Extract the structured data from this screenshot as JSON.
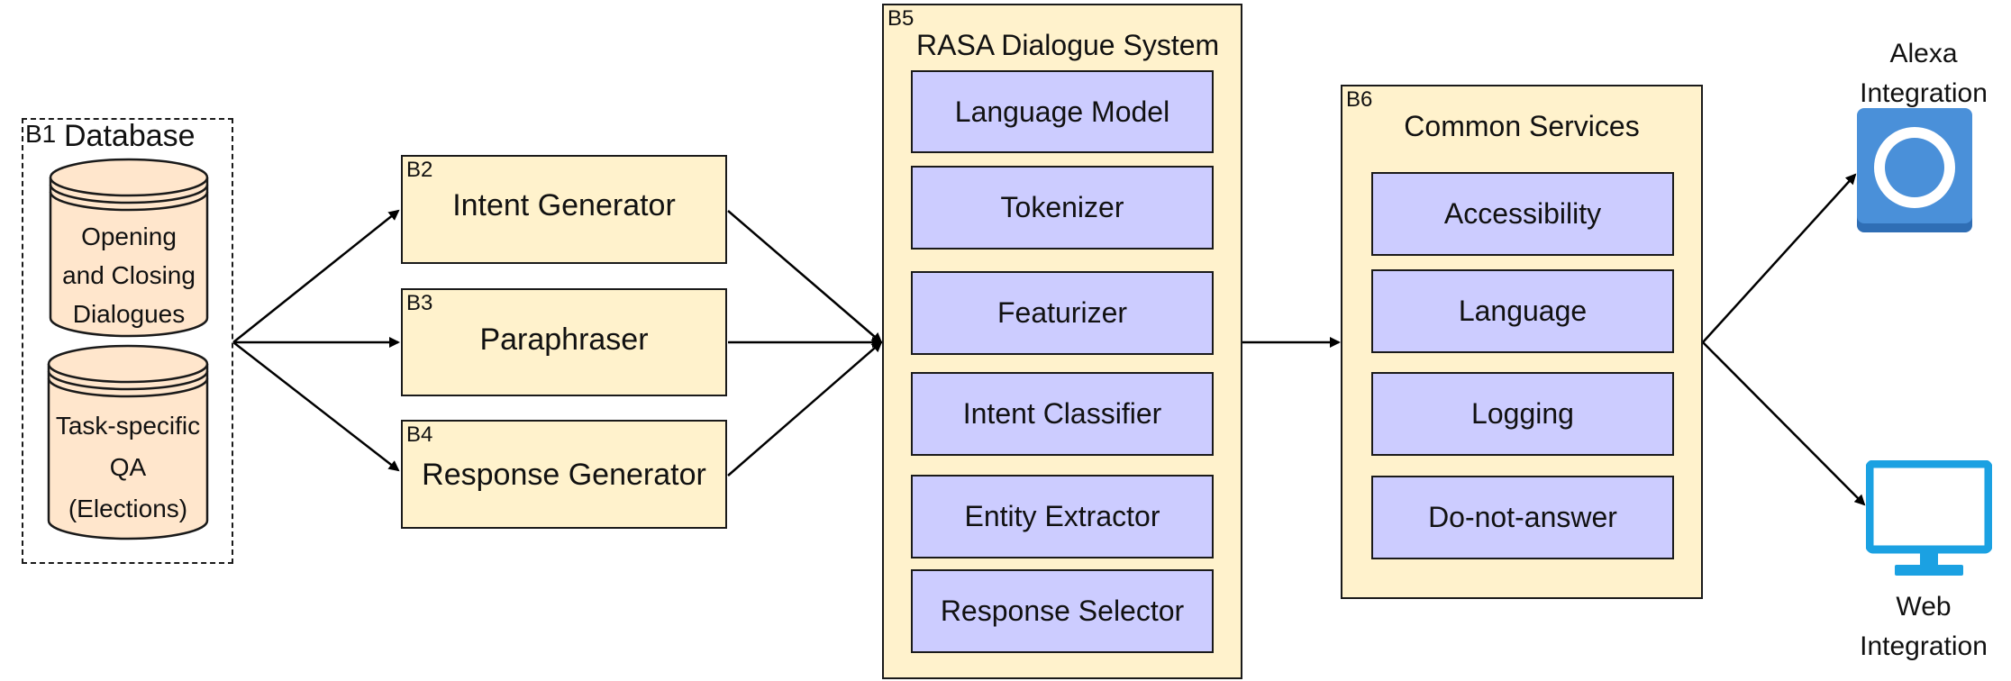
{
  "database": {
    "tag": "B1",
    "title": "Database",
    "cylinders": [
      {
        "lines": [
          "Opening",
          "and Closing",
          "Dialogues"
        ]
      },
      {
        "lines": [
          "Task-specific",
          "QA",
          "(Elections)"
        ]
      }
    ]
  },
  "modules": [
    {
      "tag": "B2",
      "label": "Intent Generator"
    },
    {
      "tag": "B3",
      "label": "Paraphraser"
    },
    {
      "tag": "B4",
      "label": "Response Generator"
    }
  ],
  "rasa": {
    "tag": "B5",
    "title": "RASA Dialogue System",
    "components": [
      "Language Model",
      "Tokenizer",
      "Featurizer",
      "Intent Classifier",
      "Entity Extractor",
      "Response Selector"
    ]
  },
  "services": {
    "tag": "B6",
    "title": "Common Services",
    "items": [
      "Accessibility",
      "Language",
      "Logging",
      "Do-not-answer"
    ]
  },
  "integrations": {
    "alexa": {
      "lines": [
        "Alexa",
        "Integration"
      ]
    },
    "web": {
      "lines": [
        "Web",
        "Integration"
      ]
    }
  },
  "colors": {
    "yellow_fill": "#fff2cc",
    "purple_fill": "#ccccff",
    "cylinder_fill": "#ffe6cc",
    "alexa_blue": "#4a90d9",
    "web_cyan": "#1ba1e2"
  }
}
